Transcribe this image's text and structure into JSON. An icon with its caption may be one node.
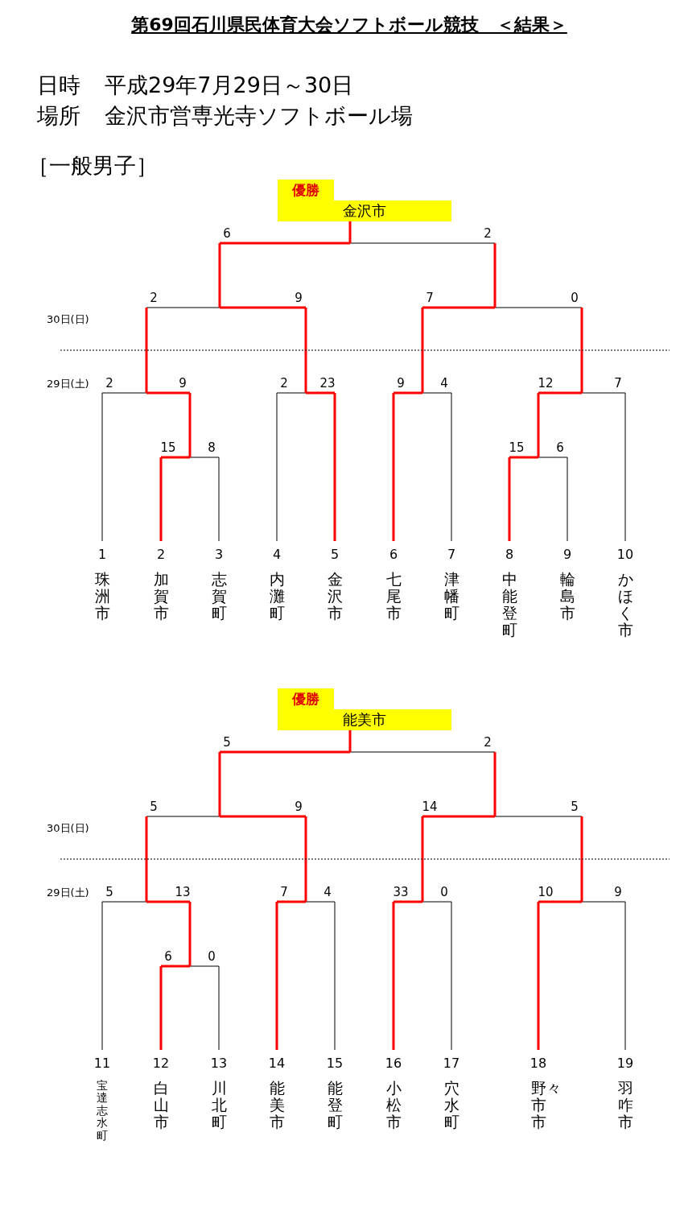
{
  "diagram": {
    "title": "第69回石川県民体育大会ソフトボール競技　＜結果＞",
    "nodes": [
      {
        "text": [
          "優勝",
          "金沢市"
        ]
      },
      {
        "text": [
          "1",
          "珠洲市"
        ]
      },
      {
        "text": [
          "2",
          "加賀市"
        ]
      },
      {
        "text": [
          "3",
          "志賀町"
        ]
      },
      {
        "text": [
          "4",
          "内灘町"
        ]
      },
      {
        "text": [
          "5",
          "金沢市"
        ]
      },
      {
        "text": [
          "6",
          "七尾市"
        ]
      },
      {
        "text": [
          "7",
          "津幡町"
        ]
      },
      {
        "text": [
          "8",
          "中能登町"
        ]
      },
      {
        "text": [
          "9",
          "輪島市"
        ]
      },
      {
        "text": [
          "10",
          "かほく市"
        ]
      },
      {
        "text": [
          "優勝",
          "能美市"
        ]
      },
      {
        "text": [
          "11",
          "宝達志水町"
        ]
      },
      {
        "text": [
          "12",
          "白山市"
        ]
      },
      {
        "text": [
          "13",
          "川北町"
        ]
      },
      {
        "text": [
          "14",
          "能美市"
        ]
      },
      {
        "text": [
          "15",
          "能登町"
        ]
      },
      {
        "text": [
          "16",
          "小松市"
        ]
      },
      {
        "text": [
          "17",
          "穴水町"
        ]
      },
      {
        "text": [
          "18",
          "野々市市"
        ]
      },
      {
        "text": [
          "19",
          "羽咋市"
        ]
      }
    ],
    "labels": [
      "日時",
      "平成29年7月29日～30日",
      "場所",
      "金沢市営専光寺ソフトボール場",
      "［一般男子］",
      "6",
      "2",
      "2",
      "9",
      "7",
      "0",
      "30日(日)",
      "29日(土)",
      "2",
      "9",
      "2",
      "23",
      "9",
      "4",
      "12",
      "7",
      "15",
      "8",
      "15",
      "6",
      "5",
      "2",
      "5",
      "9",
      "14",
      "5",
      "30日(日)",
      "29日(土)",
      "5",
      "13",
      "7",
      "4",
      "33",
      "0",
      "10",
      "9",
      "6",
      "0"
    ]
  }
}
